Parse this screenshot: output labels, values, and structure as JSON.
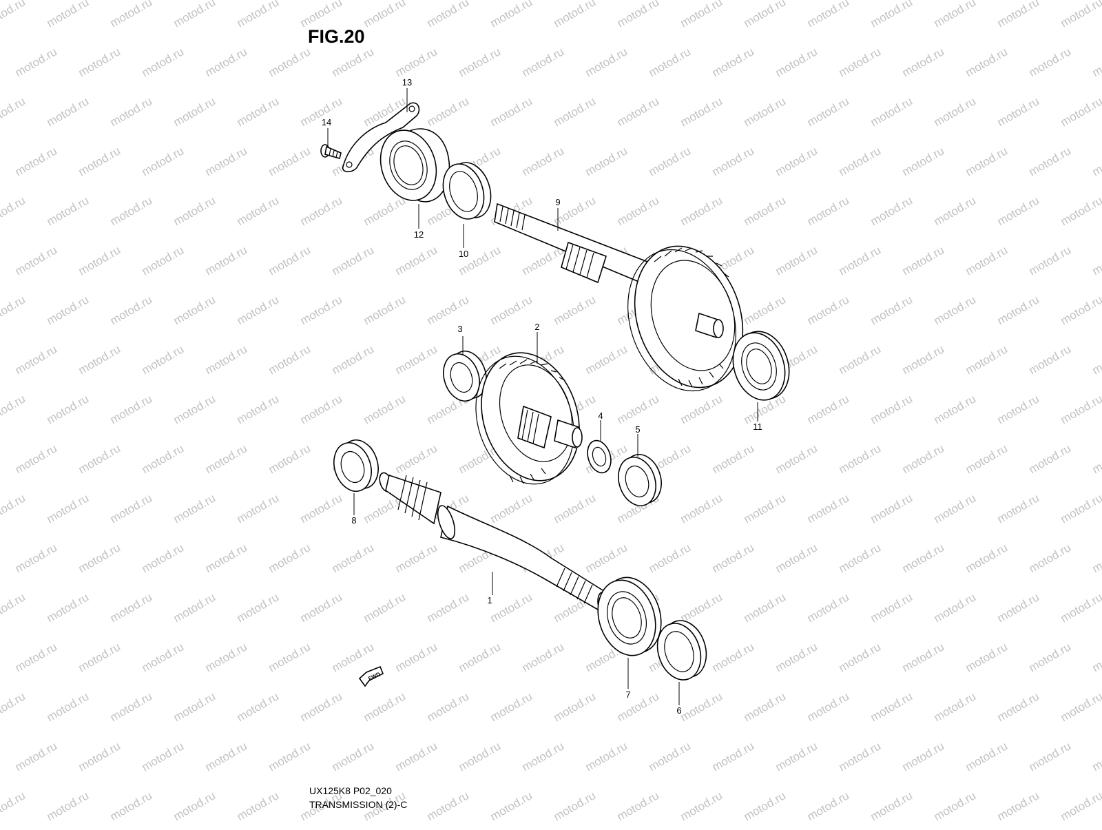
{
  "figure": {
    "title": "FIG.20",
    "code": "UX125K8 P02_020",
    "caption": "TRANSMISSION (2)-C"
  },
  "watermark": {
    "text": "motod.ru",
    "color": "#c2c2c2"
  },
  "fwd_marker": {
    "label": "FWD",
    "icon": "fwd-arrow-icon"
  },
  "callouts": [
    {
      "id": "1"
    },
    {
      "id": "2"
    },
    {
      "id": "3"
    },
    {
      "id": "4"
    },
    {
      "id": "5"
    },
    {
      "id": "6"
    },
    {
      "id": "7"
    },
    {
      "id": "8"
    },
    {
      "id": "9"
    },
    {
      "id": "10"
    },
    {
      "id": "11"
    },
    {
      "id": "12"
    },
    {
      "id": "13"
    },
    {
      "id": "14"
    }
  ]
}
